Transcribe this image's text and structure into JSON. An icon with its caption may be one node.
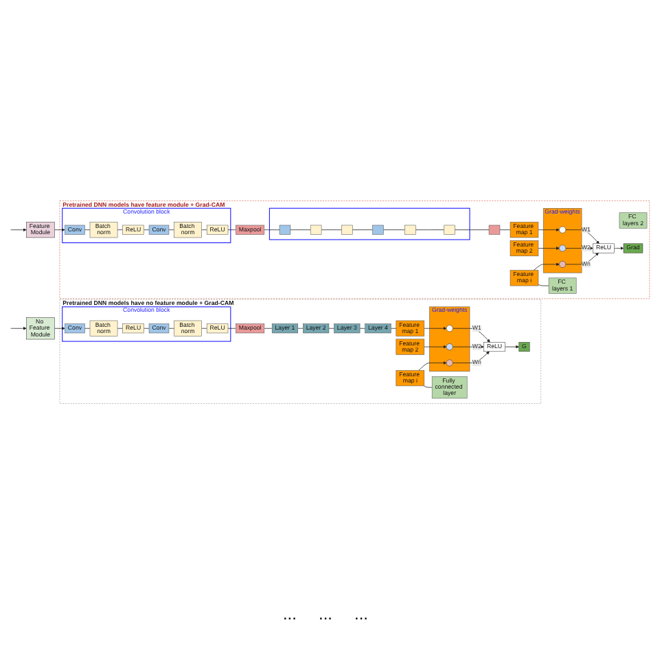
{
  "diagram": {
    "nodes": [
      {
        "text": [
          "Pretrained DNN models have feature module + Grad-CAM"
        ]
      },
      {
        "text": [
          "Feature Module"
        ]
      },
      {
        "text": [
          "Convolution block"
        ],
        "in": 0
      },
      {
        "text": [
          "Conv"
        ],
        "in": 2
      },
      {
        "text": [
          "Batch norm"
        ],
        "in": 2
      },
      {
        "text": [
          "ReLU"
        ],
        "in": 2
      },
      {
        "text": [
          "Conv"
        ],
        "in": 2
      },
      {
        "text": [
          "Batch norm"
        ],
        "in": 2
      },
      {
        "text": [
          "ReLU"
        ],
        "in": 2
      },
      {
        "text": [
          "Maxpool"
        ],
        "in": 0
      },
      {
        "text": [],
        "shape": "box",
        "in": 0
      },
      {
        "text": [],
        "shape": "box",
        "in": 10
      },
      {
        "text": [],
        "shape": "box",
        "in": 10
      },
      {
        "text": [],
        "shape": "box",
        "in": 10
      },
      {
        "text": [],
        "shape": "box",
        "in": 10
      },
      {
        "text": [],
        "shape": "box",
        "in": 10
      },
      {
        "text": [],
        "shape": "box",
        "in": 10
      },
      {
        "text": [],
        "shape": "box",
        "in": 0
      },
      {
        "text": [
          "Feature map 1"
        ],
        "in": 0
      },
      {
        "text": [
          "Feature map 2"
        ],
        "in": 0
      },
      {
        "text": [
          "Feature map i"
        ],
        "in": 0
      },
      {
        "text": [
          "FC layers 1"
        ],
        "in": 0
      },
      {
        "text": [
          "FC layers 2"
        ],
        "in": 0
      },
      {
        "text": [
          "Grad-weights"
        ],
        "in": 0
      },
      {
        "text": [],
        "shape": "circle",
        "in": 23
      },
      {
        "text": [],
        "shape": "circle",
        "in": 23
      },
      {
        "text": [],
        "shape": "circle",
        "in": 23
      },
      {
        "text": [
          "ReLU"
        ],
        "in": 0
      },
      {
        "text": [
          "Grad"
        ],
        "in": 0
      },
      {
        "text": [
          "Pretrained DNN models have no feature module + Grad-CAM"
        ]
      },
      {
        "text": [
          "No Feature Module"
        ]
      },
      {
        "text": [
          "Convolution block"
        ],
        "in": 29
      },
      {
        "text": [
          "Conv"
        ],
        "in": 31
      },
      {
        "text": [
          "Batch norm"
        ],
        "in": 31
      },
      {
        "text": [
          "ReLU"
        ],
        "in": 31
      },
      {
        "text": [
          "Conv"
        ],
        "in": 31
      },
      {
        "text": [
          "Batch norm"
        ],
        "in": 31
      },
      {
        "text": [
          "ReLU"
        ],
        "in": 31
      },
      {
        "text": [
          "Maxpool"
        ],
        "in": 29
      },
      {
        "text": [
          "Layer 1"
        ],
        "in": 29
      },
      {
        "text": [
          "Layer 2"
        ],
        "in": 29
      },
      {
        "text": [
          "Layer 3"
        ],
        "in": 29
      },
      {
        "text": [
          "Layer 4"
        ],
        "in": 29
      },
      {
        "text": [
          "Feature map 1"
        ],
        "in": 29
      },
      {
        "text": [
          "Feature map 2"
        ],
        "in": 29
      },
      {
        "text": [
          "Feature map i"
        ],
        "in": 29
      },
      {
        "text": [
          "Fully connected layer"
        ],
        "in": 29
      },
      {
        "text": [
          "Grad-weights"
        ],
        "in": 29
      },
      {
        "text": [],
        "shape": "circle",
        "in": 47
      },
      {
        "text": [],
        "shape": "circle",
        "in": 47
      },
      {
        "text": [],
        "shape": "circle",
        "in": 47
      },
      {
        "text": [
          "ReLU"
        ],
        "in": 29
      },
      {
        "text": [
          "G"
        ],
        "in": 29
      }
    ],
    "edges": [
      {
        "from": null,
        "to": 1,
        "arrow": "to"
      },
      {
        "from": 1,
        "to": 3,
        "arrow": "to"
      },
      {
        "from": 3,
        "to": 4,
        "arrow": "none"
      },
      {
        "from": 4,
        "to": 5,
        "arrow": "none"
      },
      {
        "from": 5,
        "to": 6,
        "arrow": "none"
      },
      {
        "from": 6,
        "to": 7,
        "arrow": "none"
      },
      {
        "from": 7,
        "to": 8,
        "arrow": "none"
      },
      {
        "from": 8,
        "to": 9,
        "arrow": "none"
      },
      {
        "from": 9,
        "to": 11,
        "arrow": "none"
      },
      {
        "from": 11,
        "to": 12,
        "arrow": "none"
      },
      {
        "from": 12,
        "to": 13,
        "arrow": "none"
      },
      {
        "from": 13,
        "to": 14,
        "arrow": "none"
      },
      {
        "from": 14,
        "to": 15,
        "arrow": "none"
      },
      {
        "from": 15,
        "to": 16,
        "arrow": "none"
      },
      {
        "from": 16,
        "to": 17,
        "arrow": "none"
      },
      {
        "from": 17,
        "to": 18,
        "arrow": "none"
      },
      {
        "from": 20,
        "to": 21,
        "arrow": "none"
      },
      {
        "from": 18,
        "to": 24,
        "arrow": "to"
      },
      {
        "from": 19,
        "to": 25,
        "arrow": "to"
      },
      {
        "from": 20,
        "to": 26,
        "arrow": "to"
      },
      {
        "from": 24,
        "to": 27,
        "arrow": "to",
        "label": "W1"
      },
      {
        "from": 25,
        "to": 27,
        "arrow": "to",
        "label": "W2"
      },
      {
        "from": 26,
        "to": 27,
        "arrow": "to",
        "label": "Wn"
      },
      {
        "from": 27,
        "to": 28,
        "arrow": "to"
      },
      {
        "from": null,
        "to": 30,
        "arrow": "to"
      },
      {
        "from": 30,
        "to": 32,
        "arrow": "to"
      },
      {
        "from": 32,
        "to": 33,
        "arrow": "none"
      },
      {
        "from": 33,
        "to": 34,
        "arrow": "none"
      },
      {
        "from": 34,
        "to": 35,
        "arrow": "none"
      },
      {
        "from": 35,
        "to": 36,
        "arrow": "none"
      },
      {
        "from": 36,
        "to": 37,
        "arrow": "none"
      },
      {
        "from": 37,
        "to": 38,
        "arrow": "none"
      },
      {
        "from": 38,
        "to": 39,
        "arrow": "none"
      },
      {
        "from": 39,
        "to": 40,
        "arrow": "none"
      },
      {
        "from": 40,
        "to": 41,
        "arrow": "none"
      },
      {
        "from": 41,
        "to": 42,
        "arrow": "none"
      },
      {
        "from": 42,
        "to": 43,
        "arrow": "none"
      },
      {
        "from": 45,
        "to": 46,
        "arrow": "none"
      },
      {
        "from": 43,
        "to": 48,
        "arrow": "to"
      },
      {
        "from": 44,
        "to": 49,
        "arrow": "to"
      },
      {
        "from": 45,
        "to": 50,
        "arrow": "to"
      },
      {
        "from": 48,
        "to": 51,
        "arrow": "to",
        "label": "W1"
      },
      {
        "from": 49,
        "to": 51,
        "arrow": "to",
        "label": "W2"
      },
      {
        "from": 50,
        "to": 51,
        "arrow": "to",
        "label": "Wn"
      },
      {
        "from": 51,
        "to": 52,
        "arrow": "to"
      }
    ],
    "labels": [
      "...",
      "...",
      "..."
    ]
  }
}
